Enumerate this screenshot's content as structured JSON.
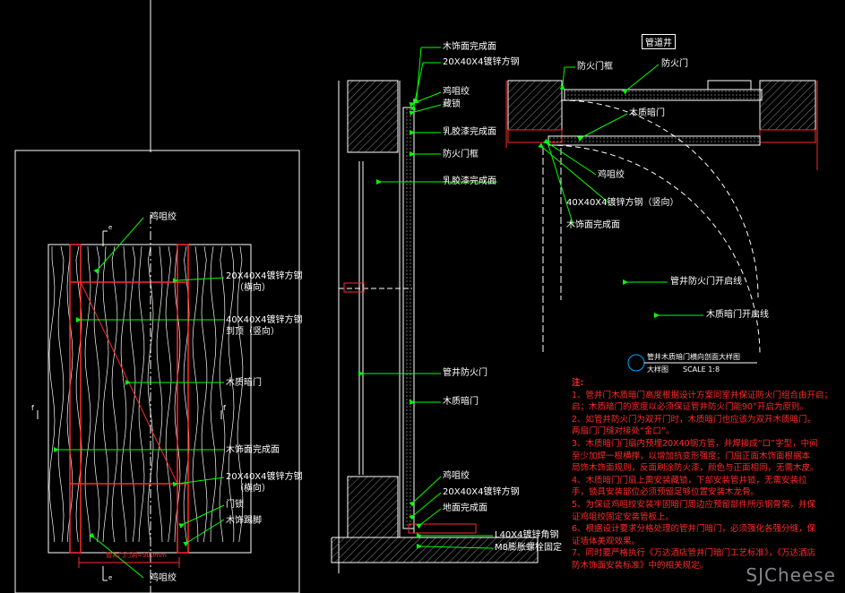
{
  "labels": {
    "left": {
      "hinge_top": "鸡咀绞",
      "tube_horizontal_1": "20X40X4镀锌方钢",
      "tube_horizontal_2": "（横向）",
      "tube_vertical_1": "40X40X4镀锌方钢",
      "tube_vertical_2": "到顶（竖向）",
      "hidden_door": "木质暗门",
      "wood_finish": "木饰面完成面",
      "tube_horizontal_b1": "20X40X4镀锌方钢",
      "tube_horizontal_b2": "（横向）",
      "lock": "门锁",
      "skirting": "木饰踢脚",
      "hinge_bottom": "鸡咀绞",
      "dimension": "管井门门洞=900mm",
      "section_mark_e_top": "e",
      "section_mark_e_bottom": "e",
      "section_mark_f_left": "f",
      "section_mark_f_right": "f"
    },
    "middle": {
      "wood_finish_top": "木饰面完成面",
      "tube_top": "20X40X4镀锌方钢",
      "hinge": "鸡咀绞",
      "lock": "藏锁",
      "latex_1": "乳胶漆完成面",
      "fire_frame": "防火门框",
      "latex_2": "乳胶漆完成面",
      "fire_door": "管井防火门",
      "hidden_door": "木质暗门",
      "hinge_bottom": "鸡咀绞",
      "tube_bottom": "20X40X4镀锌方钢",
      "floor_finish": "地面完成面",
      "angle_1": "L40X4镀锌角钢",
      "angle_2": "M8膨胀螺栓固定"
    },
    "right": {
      "title_tag": "管道井",
      "fire_frame": "防火门框",
      "fire_door": "防火门",
      "hidden_door": "木质暗门",
      "hinge": "鸡咀绞",
      "tube": "40X40X4镀锌方钢（竖向）",
      "wood_finish": "木饰面完成面",
      "fire_door_arc": "管井防火门开启线",
      "hidden_door_arc": "木质暗门开启线",
      "caption_title": "管井木质暗门横向剖面大样图",
      "caption_sub": "大样图",
      "caption_scale": "SCALE 1:8"
    }
  },
  "notes": {
    "heading": "注:",
    "lines": [
      "1、管井门木质暗门高度根据设计方案同室并保证防火门组合由开启；",
      "   启；木质暗门的宽度以必须保证管井防火门能90°开启为原则。",
      "2、如管井防火门为双开门时，木质暗门也应该为双开木质暗门，",
      "   两扇门门缝对接处“金口”。",
      "3、木质暗门门扇内预埋20X40钢方管，并焊接成“口”字型，中间",
      "   至少加焊一根横撑，以增加抗变形强度；门扇正面木饰面根据本",
      "   局饰木饰面规则，反面刷涂防火漆，颜色与正面相同，无需木皮。",
      "4、木质暗门门扇上需安装藏锁，下部安装管井锁，无需安装拉",
      "   手，锁具安装部位必须预留足够位置安装木龙骨。",
      "5、为保证鸡咀绞安装牢固暗门周边应预留部件所示钢骨架，并保",
      "   证鸡咀绞固定安装管板上。",
      "6、根据设计要求分格处理的管井门暗门，必须强化各强分缝，保",
      "   证墙体美观效果。",
      "7、同时要严格执行《万达酒店管井门暗门工艺标准》，《万达酒店",
      "   防木饰面安装标准》中的相关规定。"
    ]
  },
  "watermark": "SJCheese",
  "colors": {
    "background": "#000000",
    "leader": "#00ff00",
    "wood_stroke": "#ffffff",
    "steel": "#ff2a2a",
    "wall_hatch": "#8a8a8a",
    "notes": "#ff2a2a",
    "arc": "#ffffff"
  }
}
